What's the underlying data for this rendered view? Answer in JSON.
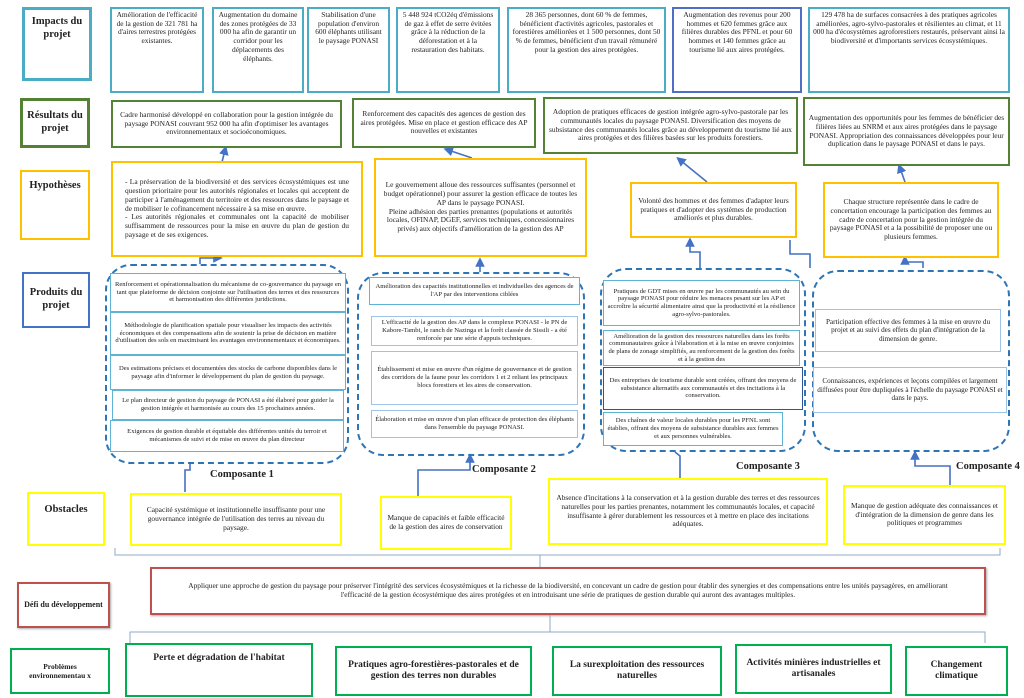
{
  "rows": {
    "impacts": "Impacts du projet",
    "resultats": "Résultats du projet",
    "hypotheses": "Hypothèses",
    "produits": "Produits du projet",
    "obstacles": "Obstacles",
    "defi": "Défi du développement",
    "problemes": "Problèmes environnementau x"
  },
  "impacts": [
    "Amélioration de l'efficacité de la gestion de 321 781 ha d'aires terrestres protégées existantes.",
    "Augmentation du domaine des zones protégées de 33 000 ha afin de garantir un corridor pour les déplacements des éléphants.",
    "Stabilisation d'une population d'environ 600 éléphants utilisant le paysage PONASI",
    "5 448 924 tCO2éq d'émissions de gaz à effet de serre évitées grâce à la réduction de la déforestation et à la restauration des habitats.",
    "28 365 personnes, dont 60 % de femmes, bénéficient d'activités agricoles, pastorales et forestières améliorées et 1 500 personnes, dont 50 % de femmes, bénéficient d'un travail rémunéré pour la gestion des aires protégées.",
    "Augmentation des revenus pour 200 hommes et 620 femmes grâce aux filières durables des PFNL et pour 60 hommes et 140 femmes grâce au tourisme lié aux aires protégées.",
    "129 478 ha de surfaces consacrées à des pratiques agricoles améliorées, agro-sylvo-pastorales et résilientes au climat, et 11 000 ha d'écosystèmes agroforestiers restaurés, préservant ainsi la biodiversité et d'importants services écosystémiques."
  ],
  "resultats": [
    "Cadre harmonisé développé en collaboration pour la gestion intégrée du paysage PONASI couvrant 952 000 ha afin d'optimiser les avantages environnementaux et socioéconomiques.",
    "Renforcement des capacités des agences de gestion des aires protégées. Mise en place et gestion efficace des AP nouvelles et existantes",
    "Adoption de pratiques efficaces de gestion intégrée agro-sylvo-pastorale par les communautés locales du paysage PONASI. Diversification des moyens de subsistance des communautés locales grâce au développement du tourisme lié aux aires protégées et des filières basées sur les produits forestiers.",
    "Augmentation des opportunités pour les femmes de bénéficier des filières liées au SNRM et aux aires protégées dans le paysage PONASI. Appropriation des connaissances développées pour leur duplication dans le paysage PONASI et dans le pays."
  ],
  "hypotheses": [
    "- La préservation de la biodiversité et des services écosystémiques est une question prioritaire pour les autorités régionales et locales qui acceptent de participer à l'aménagement du territoire et des ressources dans le paysage et de mobiliser le cofinancement nécessaire à sa mise en œuvre.",
    "- Les autorités régionales et communales ont la capacité de mobiliser suffisamment de ressources pour la mise en œuvre du plan de gestion du paysage et de ses exigences.",
    "Le gouvernement alloue des ressources suffisantes (personnel et budget opérationnel) pour assurer la gestion efficace de toutes les AP dans le paysage PONASI.",
    "Pleine adhésion des parties prenantes (populations et autorités locales, OFINAP, DGEF, services techniques, concessionnaires privés) aux objectifs d'amélioration de la gestion des AP",
    "Volonté des hommes et des femmes d'adapter leurs pratiques et d'adopter des systèmes de production améliorés et plus durables.",
    "Chaque structure représentée dans le cadre de concertation encourage la participation des femmes au cadre de concertation pour la gestion intégrée du paysage PONASI et a la possibilité de proposer une ou plusieurs femmes."
  ],
  "composantes": [
    {
      "label": "Composante 1",
      "produits": [
        "Renforcement et opérationnalisation du mécanisme de co-gouvernance du paysage en tant que plateforme de décision conjointe sur l'utilisation des terres et des ressources et harmonisation des différentes juridictions.",
        "Méthodologie de planification spatiale pour visualiser les impacts des activités économiques et des compensations afin de soutenir la prise de décision en matière d'utilisation des sols en maximisant les avantages environnementaux et économiques.",
        "Des estimations précises et documentées des stocks de carbone disponibles dans le paysage afin d'informer le développement du plan de gestion du paysage.",
        "Le plan directeur de gestion du paysage de PONASI a été élaboré pour guider la gestion intégrée et harmonisée au cours des 15 prochaines années.",
        "Exigences de gestion durable et équitable des différentes unités du terroir et mécanismes de suivi et de mise en œuvre du plan directeur"
      ]
    },
    {
      "label": "Composante 2",
      "produits": [
        "Amélioration des capacités institutionnelles et individuelles des agences de l'AP par des interventions ciblées",
        "L'efficacité de la gestion des AP dans le complexe PONASI - le PN de Kabore-Tambi, le ranch de Nazinga et la forêt classée de Sissili - a été renforcée par une série d'appuis techniques.",
        "Établissement et mise en œuvre d'un régime de gouvernance et de gestion des corridors de la faune pour les corridors 1 et 2 reliant les principaux blocs forestiers et les aires de conservation.",
        "Élaboration et mise en œuvre d'un plan efficace de protection des éléphants dans l'ensemble du paysage PONASI."
      ]
    },
    {
      "label": "Composante 3",
      "produits": [
        "Pratiques de GDT mises en œuvre par les communautés au sein du paysage PONASI pour réduire les menaces pesant sur les AP et accroître la sécurité alimentaire ainsi que la productivité et la résilience agro-sylvo-pastorales.",
        "Amélioration de la gestion des ressources naturelles dans les forêts communautaires grâce à l'élaboration et à la mise en œuvre conjointes de plans de zonage simplifiés, au renforcement de la gestion des forêts et à la gestion des",
        "Des entreprises de tourisme durable sont créées, offrant des moyens de subsistance alternatifs aux communautés et des incitations à la conservation.",
        "Des chaînes de valeur locales durables pour les PFNL sont établies, offrant des moyens de subsistance durables aux femmes et aux personnes vulnérables."
      ]
    },
    {
      "label": "Composante 4",
      "produits": [
        "Participation effective des femmes à la mise en œuvre du projet et au suivi des effets du plan d'intégration de la dimension de genre.",
        "Connaissances, expériences et leçons compilées et largement diffusées pour être dupliquées à l'échelle du paysage PONASI et dans le pays."
      ]
    }
  ],
  "obstacles": [
    "Capacité systémique et institutionnelle insuffisante pour une gouvernance intégrée de l'utilisation des terres au niveau du paysage.",
    "Manque de capacités et faible efficacité de la gestion des aires de conservation",
    "Absence d'incitations à la conservation et à la gestion durable des terres et des ressources naturelles pour les parties prenantes, notamment les communautés locales, et capacité insuffisante à gérer durablement les ressources et à mettre en place des incitations adéquates.",
    "Manque de gestion adéquate des connaissances et d'intégration de la dimension de genre dans les politiques et programmes"
  ],
  "defi": "Appliquer une approche de gestion du paysage pour préserver l'intégrité des services écosystémiques et la richesse de la biodiversité, en concevant un cadre de gestion pour établir des synergies et des compensations entre les unités paysagères, en améliorant l'efficacité de la gestion écosystémique des aires protégées et en introduisant une série de pratiques de gestion durable qui auront des avantages multiples.",
  "problemes": [
    "Perte et dégradation de l'habitat",
    "Pratiques agro-forestières-pastorales et de gestion des terres non durables",
    "La surexploitation des ressources naturelles",
    "Activités minières industrielles et artisanales",
    "Changement climatique"
  ],
  "colors": {
    "impact": "#4bacc6",
    "resultat": "#548235",
    "hypothese": "#ffc000",
    "obstacle": "#ffff00",
    "defi": "#c0504d",
    "probleme": "#00b050",
    "arrow": "#4472c4"
  }
}
